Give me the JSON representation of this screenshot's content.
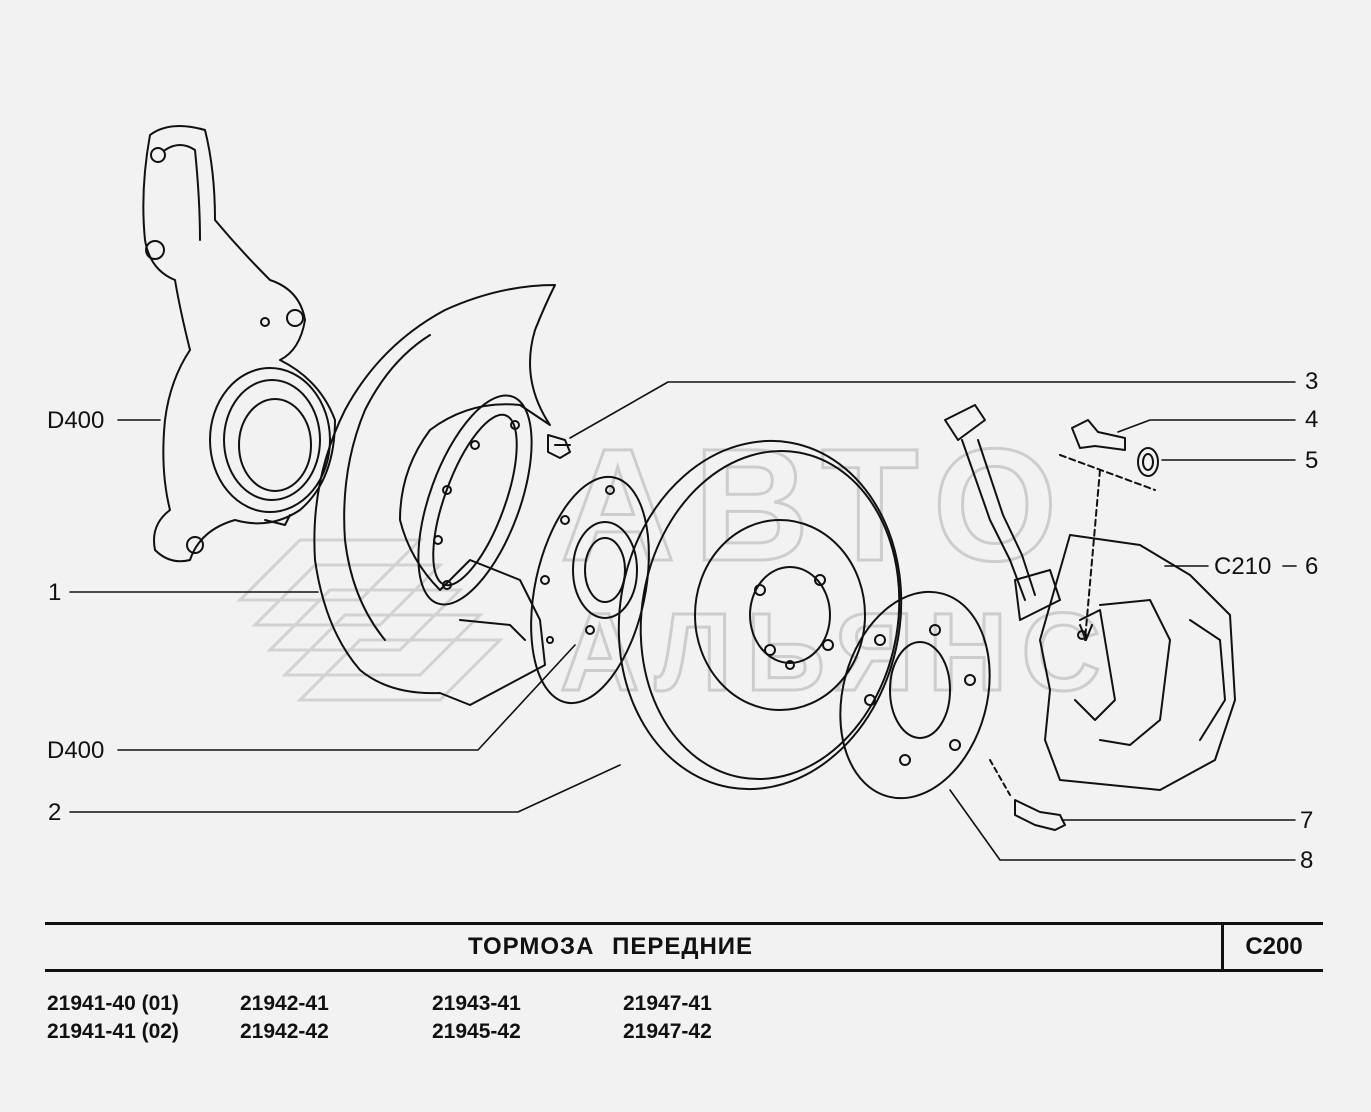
{
  "title": "ТОРМОЗА   ПЕРЕДНИЕ",
  "section_code": "C200",
  "watermark": {
    "line1": "АВТО",
    "line2": "АЛЬЯНС"
  },
  "callouts": {
    "d400_top": "D400",
    "n1": "1",
    "d400_bottom": "D400",
    "n2": "2",
    "n3": "3",
    "n4": "4",
    "n5": "5",
    "c210": "C210",
    "n6": "6",
    "n7": "7",
    "n8": "8"
  },
  "models": [
    [
      "21941-40 (01)",
      "21941-41 (02)"
    ],
    [
      "21942-41",
      "21942-42"
    ],
    [
      "21943-41",
      "21945-42"
    ],
    [
      "21947-41",
      "21947-42"
    ]
  ],
  "colors": {
    "background": "#f2f2f2",
    "line": "#111111",
    "watermark": "#c9c9c9"
  }
}
